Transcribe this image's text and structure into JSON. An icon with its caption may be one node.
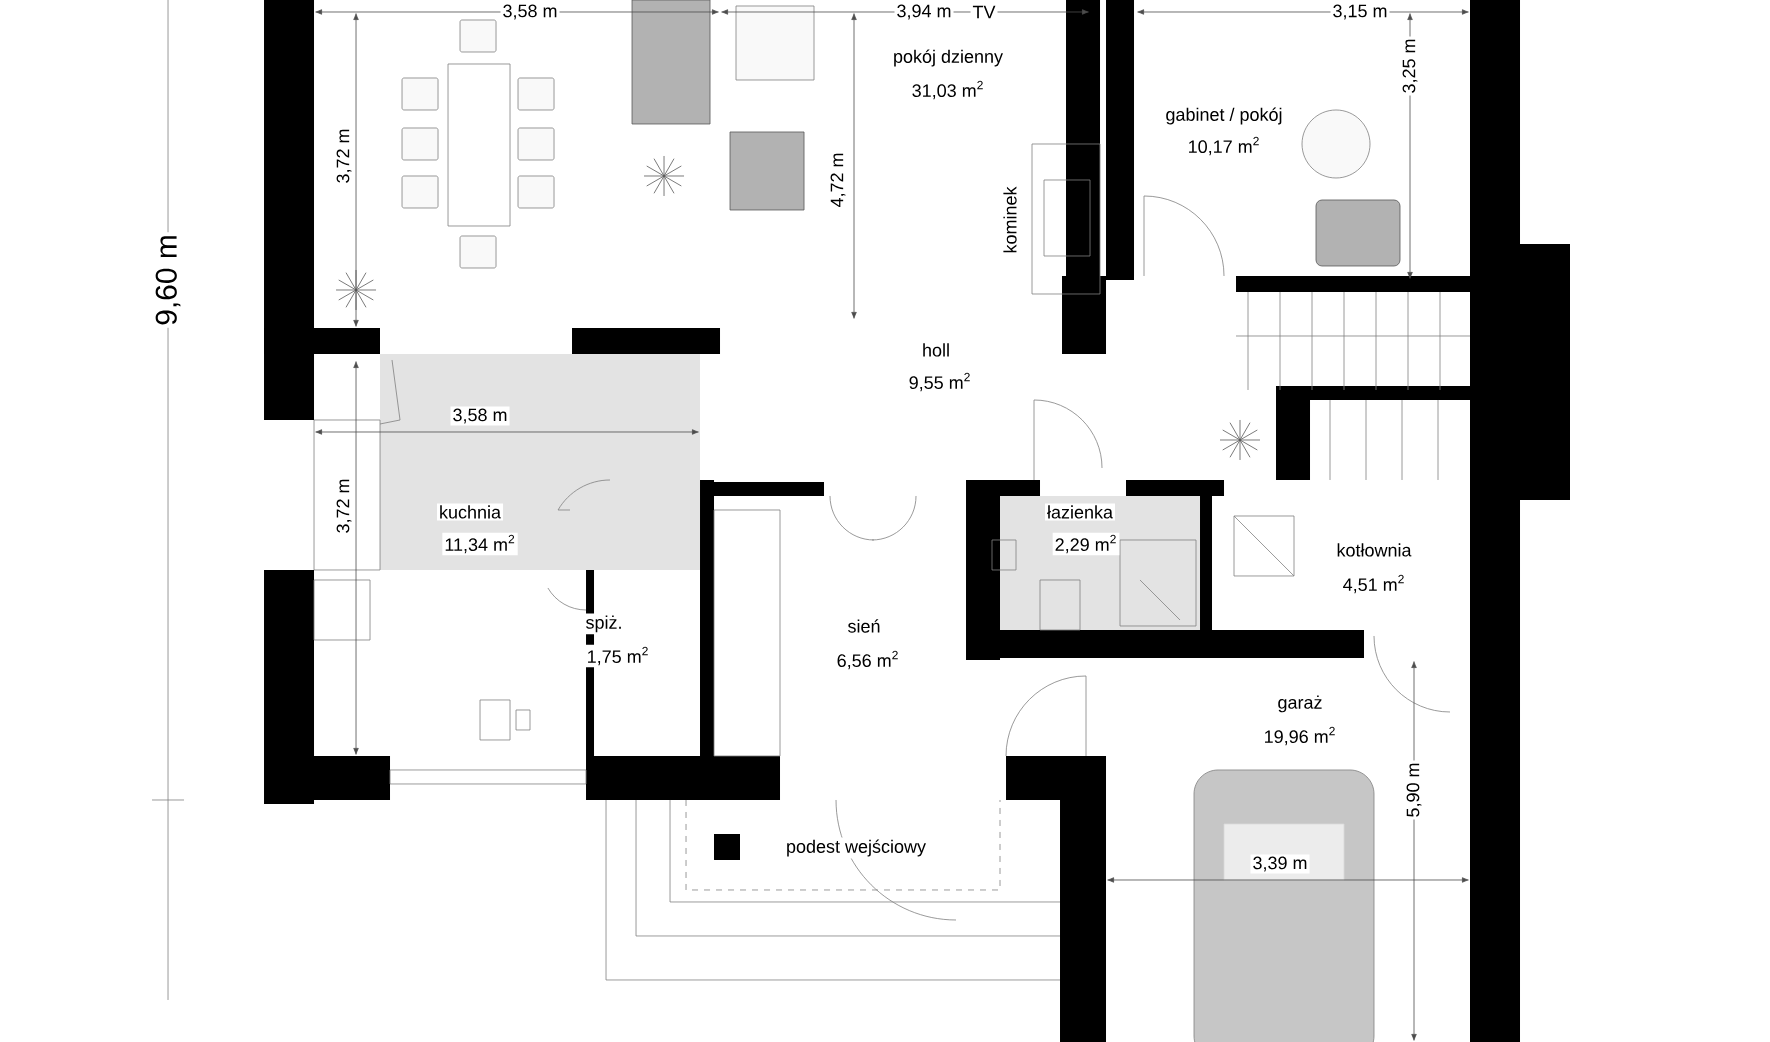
{
  "diagram": {
    "labels": [
      "3,58 m",
      "3,94 m",
      "TV",
      "3,15 m",
      "pokój dzienny",
      "31,03 m$^{2}$",
      "gabinet / pokój",
      "10,17 m$^{2}$",
      "3,25 m",
      "9,60 m",
      "3,72 m",
      "4,72 m",
      "kominek",
      "holl",
      "9,55 m$^{2}$",
      "3,58 m",
      "3,72 m",
      "kuchnia",
      "11,34 m$^{2}$",
      "łazienka",
      "2,29 m$^{2}$",
      "kotłownia",
      "4,51 m$^{2}$",
      "spiż.",
      "1,75 m$^{2}$",
      "sień",
      "6,56 m$^{2}$",
      "garaż",
      "19,96 m$^{2}$",
      "5,90 m",
      "podest wejściowy",
      "3,39 m"
    ]
  }
}
